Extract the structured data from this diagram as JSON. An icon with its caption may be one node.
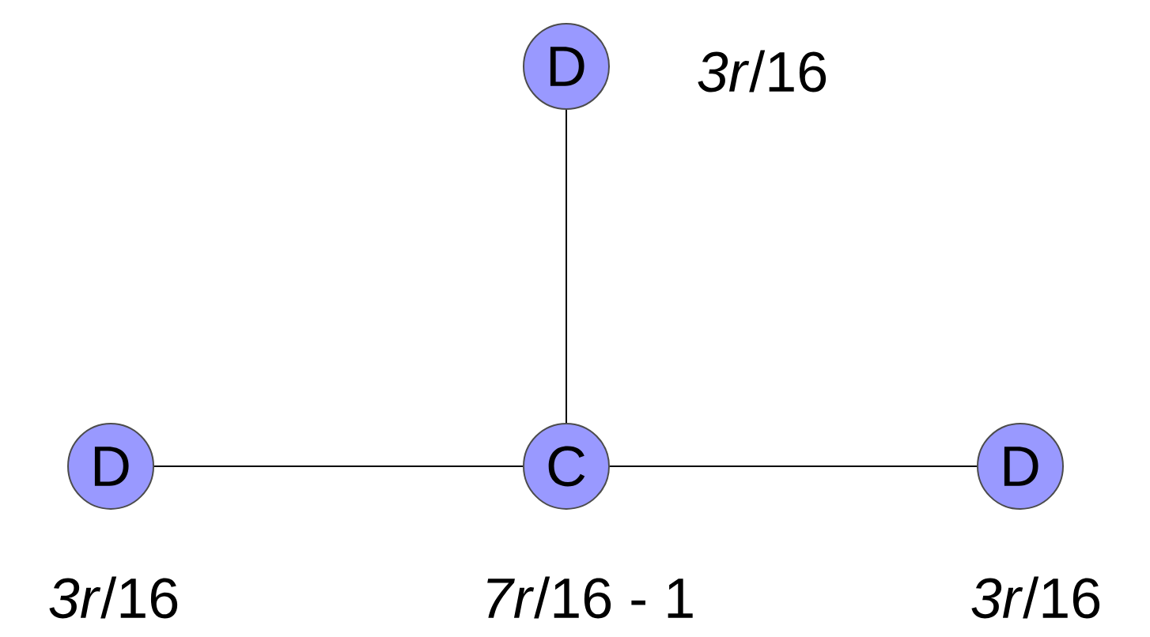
{
  "diagram": {
    "nodes": [
      {
        "text": [
          "D"
        ],
        "beside": [
          "*3r*/16"
        ]
      },
      {
        "text": [
          "C"
        ],
        "beside": [
          "*7r*/16 - 1"
        ]
      },
      {
        "text": [
          "D"
        ],
        "beside": [
          "*3r*/16"
        ]
      },
      {
        "text": [
          "D"
        ],
        "beside": [
          "*3r*/16"
        ]
      }
    ],
    "edges": [
      {
        "from": 0,
        "to": 1,
        "arrow": "none"
      },
      {
        "from": 2,
        "to": 1,
        "arrow": "none"
      },
      {
        "from": 1,
        "to": 3,
        "arrow": "none"
      }
    ]
  }
}
